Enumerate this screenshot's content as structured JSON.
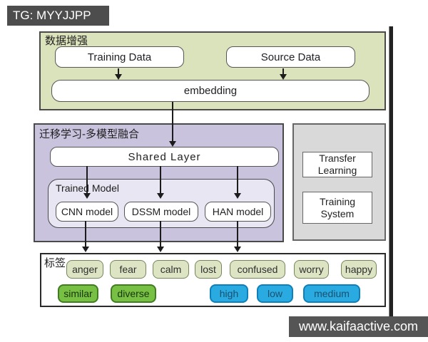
{
  "watermarks": {
    "top_left": "TG: MYYJJPP",
    "bottom_right": "www.kaifaactive.com"
  },
  "data_augmentation": {
    "title": "数据增强",
    "training_data": "Training Data",
    "source_data": "Source Data",
    "embedding": "embedding"
  },
  "fusion": {
    "title": "迁移学习-多模型融合",
    "shared_layer": "Shared Layer",
    "trained_model_title": "Trained Model",
    "models": [
      "CNN model",
      "DSSM model",
      "HAN model"
    ]
  },
  "side_panel": {
    "items": [
      "Transfer Learning",
      "Training System"
    ]
  },
  "labels": {
    "title": "标签",
    "emotions": [
      "anger",
      "fear",
      "calm",
      "lost",
      "confused",
      "worry",
      "happy"
    ],
    "similarity": [
      "similar",
      "diverse"
    ],
    "levels": [
      "high",
      "low",
      "medium"
    ]
  },
  "colors": {
    "data_augmentation_bg": "#dbe3bc",
    "fusion_bg": "#c9c3dd",
    "side_panel_bg": "#d9d9d9",
    "pale_tag_bg": "#dde4c4",
    "green_tag_bg": "#77c043",
    "blue_tag_bg": "#29abe2",
    "watermark_bg": "#4d4d4d"
  }
}
